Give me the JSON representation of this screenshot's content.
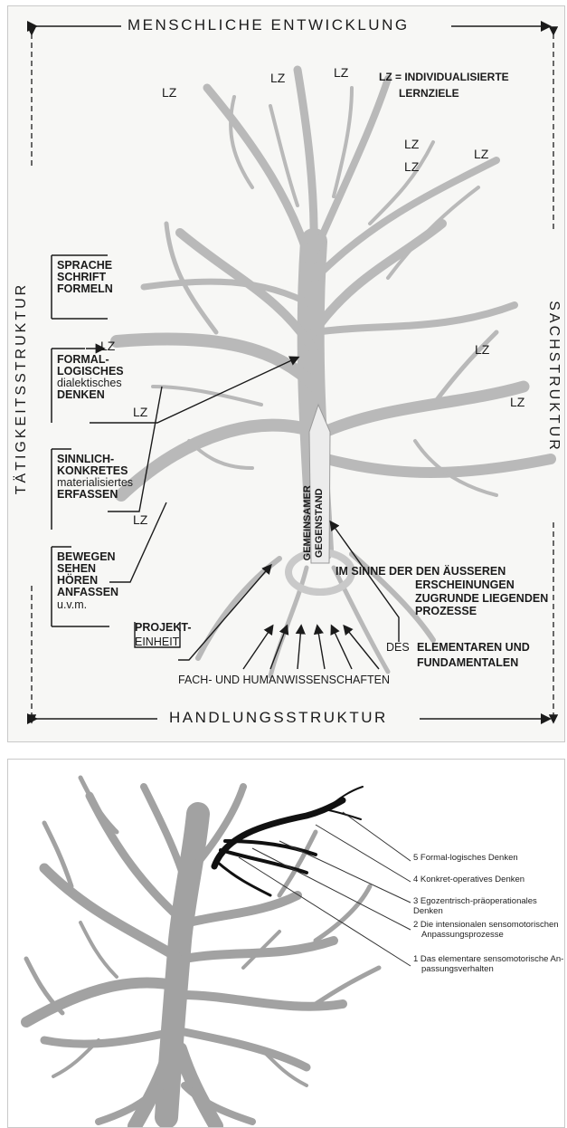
{
  "top_diagram": {
    "top_axis": "MENSCHLICHE ENTWICKLUNG",
    "bottom_axis": "HANDLUNGSSTRUKTUR",
    "left_axis": "TÄTIGKEITSSTRUKTUR",
    "right_axis": "SACHSTRUKTUR",
    "lz_label": "LZ",
    "legend_line1": "LZ = INDIVIDUALISIERTE",
    "legend_line2": "LERNZIELE",
    "left_boxes": [
      [
        "SPRACHE",
        "SCHRIFT",
        "FORMELN"
      ],
      [
        "FORMAL-",
        "LOGISCHES",
        "dialektisches",
        "DENKEN"
      ],
      [
        "SINNLICH-",
        "KONKRETES",
        "materialisiertes",
        "ERFASSEN"
      ],
      [
        "BEWEGEN",
        "SEHEN",
        "HÖREN",
        "ANFASSEN",
        "u.v.m."
      ]
    ],
    "trunk_text1": "GEMEINSAMER",
    "trunk_text2": "GEGENSTAND",
    "projekt1": "PROJEKT-",
    "projekt2": "EINHEIT",
    "process_lines": [
      "IM SINNE DER DEN ÄUSSEREN",
      "ERSCHEINUNGEN",
      "ZUGRUNDE LIEGENDEN",
      "PROZESSE"
    ],
    "process_des": "DES",
    "process_elementar": "ELEMENTAREN UND",
    "process_fundamental": "FUNDAMENTALEN",
    "roots_label": "FACH- UND HUMANWISSENSCHAFTEN"
  },
  "bottom_diagram": {
    "stages": [
      {
        "line1": "5 Formal-logisches  Denken",
        "line2": ""
      },
      {
        "line1": "4 Konkret-operatives  Denken",
        "line2": ""
      },
      {
        "line1": "3 Egozentrisch-präoperationales Denken",
        "line2": ""
      },
      {
        "line1": "2 Die intensionalen  sensomotorischen",
        "line2": "Anpassungsprozesse"
      },
      {
        "line1": "1 Das elementare  sensomotorische  An-",
        "line2": "passungsverhalten"
      }
    ]
  },
  "colors": {
    "tree_top": "#b9b9b9",
    "tree_bottom": "#a2a2a2",
    "ink": "#1b1b1b",
    "stage_branch": "#111111"
  }
}
